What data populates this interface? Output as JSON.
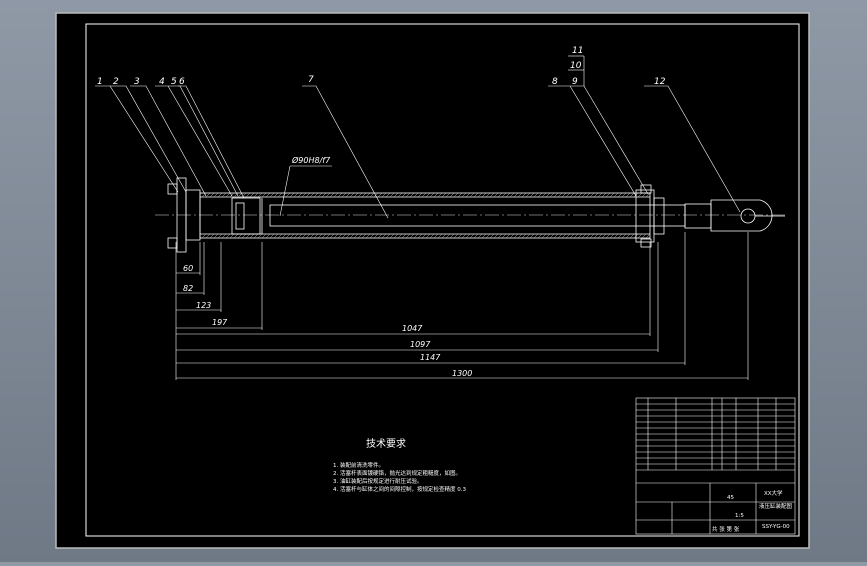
{
  "drawing": {
    "part_labels": [
      "1",
      "2",
      "3",
      "4",
      "5",
      "6",
      "7",
      "8",
      "9",
      "10",
      "11",
      "12"
    ],
    "fit_annotation": "Ø90H8/f7",
    "dimensions": [
      "60",
      "82",
      "123",
      "197",
      "1047",
      "1097",
      "1147",
      "1300"
    ],
    "tech_requirements": {
      "title": "技术要求",
      "lines": [
        "1. 装配前清洗零件。",
        "2. 活塞杆表面镀硬铬，抛光达到规定粗糙度，如图。",
        "3. 油缸装配后按规定进行耐压试验。",
        "4. 活塞杆与缸体之间的间隙控制，按规定检查精度 0.3"
      ]
    },
    "title_block": {
      "material": "45",
      "drawing_name": "液压缸装配图",
      "school": "XX大学",
      "drawing_number": "SSY-YG-00",
      "scale_label": "1:5",
      "sheet_label": "共 张 第 张"
    }
  },
  "colors": {
    "background": "#000000",
    "line": "#ffffff",
    "hatch": "#cfcfcf",
    "frame_outer": "#c8c8c8"
  }
}
